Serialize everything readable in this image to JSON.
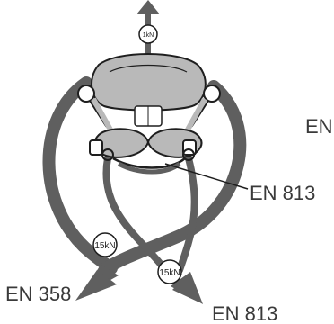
{
  "diagram": {
    "top_force": "1kN",
    "left_force": "15kN",
    "right_force": "15kN",
    "left_standard": "EN 358",
    "middle_standard": "EN 813",
    "bottom_standard": "EN 813",
    "edge_fragment": "EN"
  },
  "colors": {
    "arrow": "#5f5f5f",
    "harness_fill": "#b9b9b9",
    "outline": "#1e1e1e",
    "text": "#3a3a3a"
  }
}
